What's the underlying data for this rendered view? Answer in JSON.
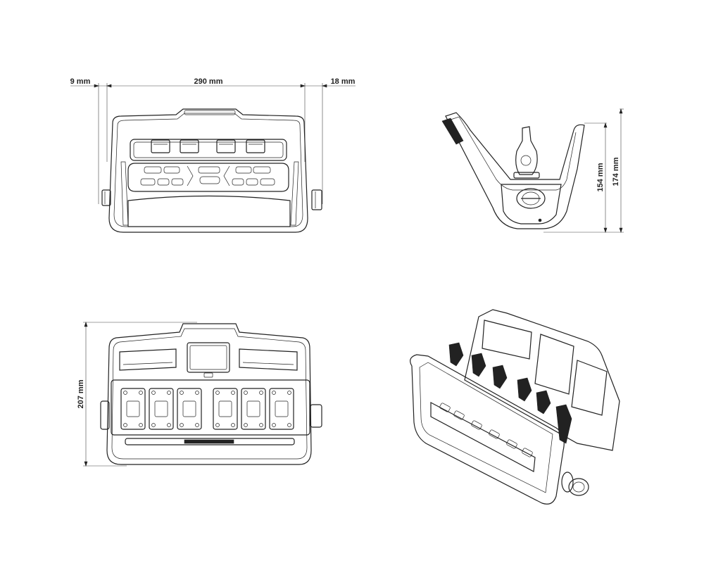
{
  "dimensions": {
    "front_left": "9 mm",
    "front_width": "290 mm",
    "front_right": "18 mm",
    "side_inner_height": "154 mm",
    "side_total_height": "174 mm",
    "top_depth": "207 mm"
  }
}
